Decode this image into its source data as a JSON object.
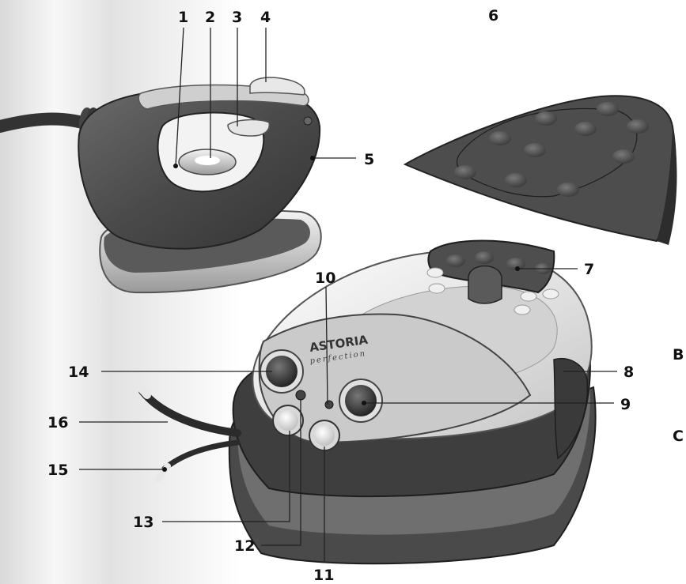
{
  "brand": {
    "name": "ASTORIA",
    "tagline": "perfection"
  },
  "callouts": {
    "c1": "1",
    "c2": "2",
    "c3": "3",
    "c4": "4",
    "c5": "5",
    "c6": "6",
    "c7": "7",
    "c8": "8",
    "c9": "9",
    "c10": "10",
    "c11": "11",
    "c12": "12",
    "c13": "13",
    "c14": "14",
    "c15": "15",
    "c16": "16"
  },
  "edge_labels": {
    "b": "B",
    "c": "C"
  },
  "colors": {
    "body_dark": "#4a4a4a",
    "body_light": "#e4e4e4",
    "sole": "#3c3c3c",
    "background_sheen": "#f2f2f2"
  }
}
